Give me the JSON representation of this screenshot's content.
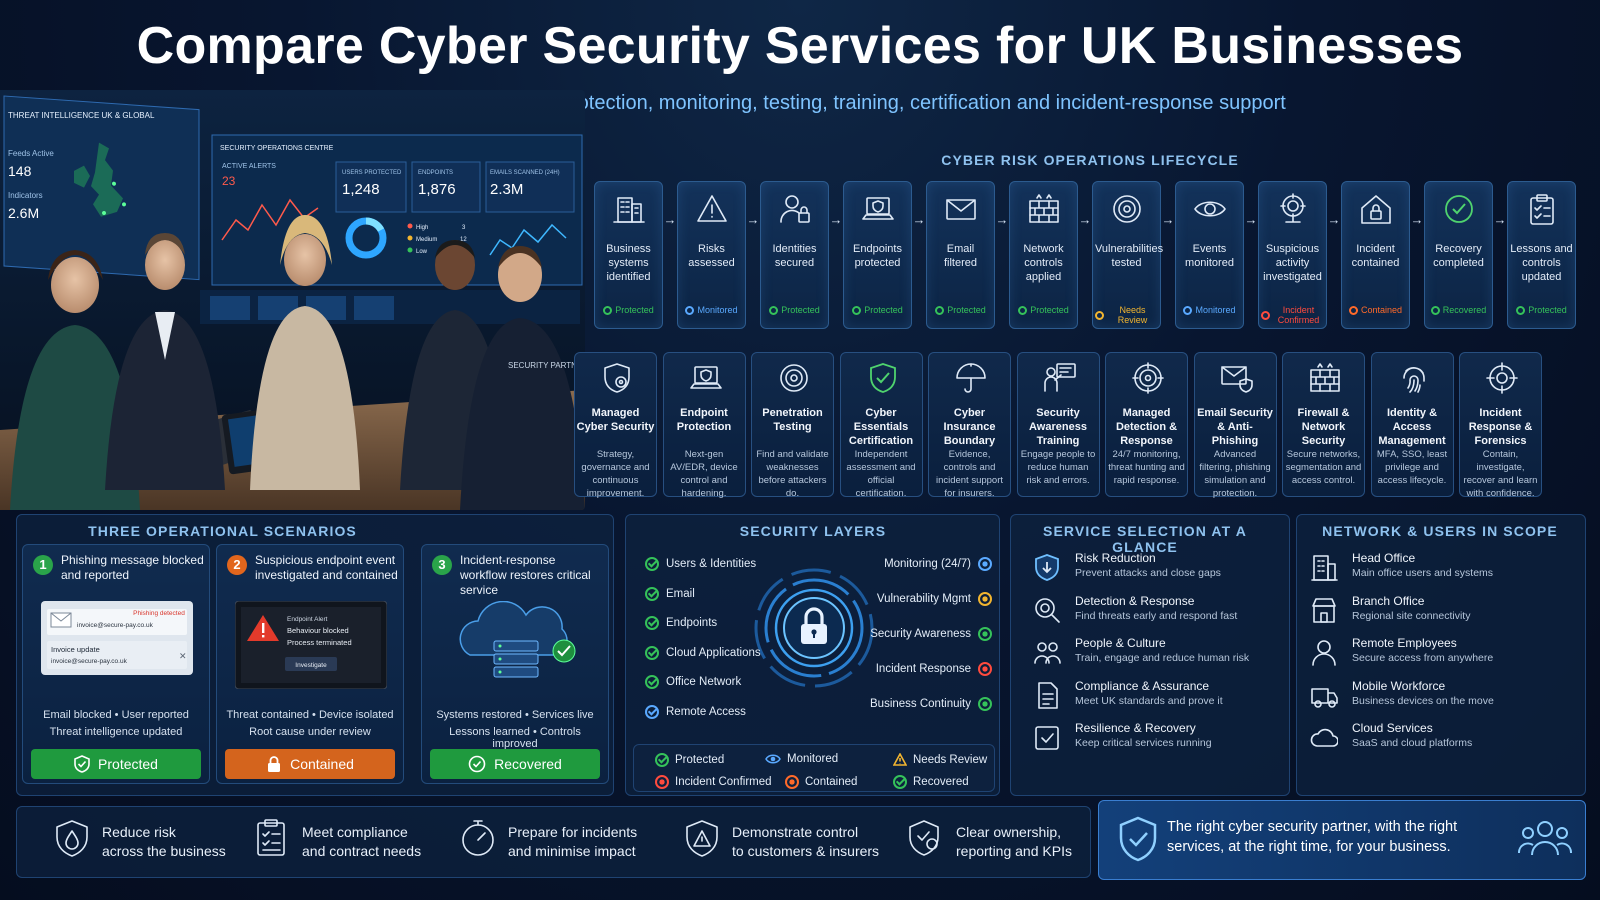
{
  "header": {
    "title": "Compare Cyber Security Services for UK Businesses",
    "subtitle": "A structured way to choose protection, monitoring, testing, training, certification and incident-response support"
  },
  "scene": {
    "threat_panel_title": "THREAT INTELLIGENCE UK & GLOBAL",
    "feeds_label": "Feeds Active",
    "feeds_value": "148",
    "indicators_label": "Indicators",
    "indicators_value": "2.6M",
    "soc_title": "SECURITY OPERATIONS CENTRE",
    "alerts_label": "ACTIVE ALERTS",
    "alerts_value": "23",
    "users_label": "USERS PROTECTED",
    "users_value": "1,248",
    "endpoints_label": "ENDPOINTS",
    "endpoints_value": "1,876",
    "emails_label": "EMAILS SCANNED (24H)",
    "emails_value": "2.3M",
    "sev_high": "High",
    "sev_high_count": "3",
    "sev_medium": "Medium",
    "sev_medium_count": "12",
    "sev_low": "Low",
    "jacket_text": "SECURITY PARTNER"
  },
  "lifecycle": {
    "heading": "CYBER RISK OPERATIONS LIFECYCLE",
    "steps": [
      {
        "label": "Business systems identified",
        "status": "Protected",
        "icon": "building-icon"
      },
      {
        "label": "Risks assessed",
        "status": "Monitored",
        "icon": "warning-icon"
      },
      {
        "label": "Identities secured",
        "status": "Protected",
        "icon": "user-lock-icon"
      },
      {
        "label": "Endpoints protected",
        "status": "Protected",
        "icon": "laptop-shield-icon"
      },
      {
        "label": "Email filtered",
        "status": "Protected",
        "icon": "envelope-icon"
      },
      {
        "label": "Network controls applied",
        "status": "Protected",
        "icon": "firewall-icon"
      },
      {
        "label": "Vulnerabilities tested",
        "status": "Needs Review",
        "icon": "target-icon"
      },
      {
        "label": "Events monitored",
        "status": "Monitored",
        "icon": "eye-icon"
      },
      {
        "label": "Suspicious activity investigated",
        "status": "Incident Confirmed",
        "icon": "investigate-icon"
      },
      {
        "label": "Incident contained",
        "status": "Contained",
        "icon": "house-lock-icon"
      },
      {
        "label": "Recovery completed",
        "status": "Recovered",
        "icon": "check-circle-icon"
      },
      {
        "label": "Lessons and controls updated",
        "status": "Protected",
        "icon": "clipboard-icon"
      }
    ]
  },
  "services": [
    {
      "name": "Managed Cyber Security",
      "desc": "Strategy, governance and continuous improvement.",
      "icon": "shield-gear-icon"
    },
    {
      "name": "Endpoint Protection",
      "desc": "Next-gen AV/EDR, device control and hardening.",
      "icon": "laptop-shield-icon"
    },
    {
      "name": "Penetration Testing",
      "desc": "Find and validate weaknesses before attackers do.",
      "icon": "target-icon"
    },
    {
      "name": "Cyber Essentials Certification",
      "desc": "Independent assessment and official certification.",
      "icon": "shield-check-icon"
    },
    {
      "name": "Cyber Insurance Boundary",
      "desc": "Evidence, controls and incident support for insurers.",
      "icon": "umbrella-icon"
    },
    {
      "name": "Security Awareness Training",
      "desc": "Engage people to reduce human risk and errors.",
      "icon": "presenter-icon"
    },
    {
      "name": "Managed Detection & Response",
      "desc": "24/7 monitoring, threat hunting and rapid response.",
      "icon": "radar-icon"
    },
    {
      "name": "Email Security & Anti-Phishing",
      "desc": "Advanced filtering, phishing simulation and protection.",
      "icon": "email-shield-icon"
    },
    {
      "name": "Firewall & Network Security",
      "desc": "Secure networks, segmentation and access control.",
      "icon": "firewall-icon"
    },
    {
      "name": "Identity & Access Management",
      "desc": "MFA, SSO, least privilege and access lifecycle.",
      "icon": "fingerprint-icon"
    },
    {
      "name": "Incident Response & Forensics",
      "desc": "Contain, investigate, recover and learn with confidence.",
      "icon": "crosshair-icon"
    }
  ],
  "scenarios": {
    "heading": "THREE OPERATIONAL SCENARIOS",
    "items": [
      {
        "num": "1",
        "title": "Phishing message blocked and reported",
        "line1": "Email blocked • User reported",
        "line2": "Threat intelligence updated",
        "badge": "Protected",
        "mock_tag": "Phishing detected",
        "mock_from": "invoice@secure-pay.co.uk",
        "mock_subject": "Invoice update",
        "mock_address": "invoice@secure-pay.co.uk"
      },
      {
        "num": "2",
        "title": "Suspicious endpoint event investigated and contained",
        "line1": "Threat contained • Device isolated",
        "line2": "Root cause under review",
        "badge": "Contained",
        "mock_title": "Endpoint Alert",
        "mock_line1": "Behaviour blocked",
        "mock_line2": "Process terminated",
        "mock_button": "Investigate"
      },
      {
        "num": "3",
        "title": "Incident-response workflow restores critical service",
        "line1": "Systems restored • Services live",
        "line2": "Lessons learned • Controls improved",
        "badge": "Recovered"
      }
    ]
  },
  "layers": {
    "heading": "SECURITY LAYERS",
    "left": [
      "Users & Identities",
      "Email",
      "Endpoints",
      "Cloud Applications",
      "Office Network",
      "Remote Access"
    ],
    "right": [
      "Monitoring (24/7)",
      "Vulnerability Mgmt",
      "Security Awareness",
      "Incident Response",
      "Business Continuity"
    ]
  },
  "legend": [
    "Protected",
    "Monitored",
    "Needs Review",
    "Incident Confirmed",
    "Contained",
    "Recovered"
  ],
  "selection": {
    "heading": "SERVICE SELECTION AT A GLANCE",
    "items": [
      {
        "title": "Risk Reduction",
        "desc": "Prevent attacks and close gaps",
        "icon": "shield-down-icon"
      },
      {
        "title": "Detection & Response",
        "desc": "Find threats early and respond fast",
        "icon": "search-target-icon"
      },
      {
        "title": "People & Culture",
        "desc": "Train, engage and reduce human risk",
        "icon": "people-icon"
      },
      {
        "title": "Compliance & Assurance",
        "desc": "Meet UK standards and prove it",
        "icon": "document-icon"
      },
      {
        "title": "Resilience & Recovery",
        "desc": "Keep critical services running",
        "icon": "recovery-icon"
      }
    ]
  },
  "network": {
    "heading": "NETWORK & USERS IN SCOPE",
    "items": [
      {
        "title": "Head Office",
        "desc": "Main office users and systems",
        "icon": "office-icon"
      },
      {
        "title": "Branch Office",
        "desc": "Regional site connectivity",
        "icon": "store-icon"
      },
      {
        "title": "Remote Employees",
        "desc": "Secure access from anywhere",
        "icon": "person-icon"
      },
      {
        "title": "Mobile Workforce",
        "desc": "Business devices on the move",
        "icon": "van-icon"
      },
      {
        "title": "Cloud Services",
        "desc": "SaaS and cloud platforms",
        "icon": "cloud-icon"
      }
    ]
  },
  "benefits": [
    {
      "line1": "Reduce risk",
      "line2": "across the business",
      "icon": "risk-drop-icon"
    },
    {
      "line1": "Meet compliance",
      "line2": "and contract needs",
      "icon": "checklist-icon"
    },
    {
      "line1": "Prepare for incidents",
      "line2": "and minimise impact",
      "icon": "stopwatch-icon"
    },
    {
      "line1": "Demonstrate control",
      "line2": "to customers & insurers",
      "icon": "shield-warning-icon"
    },
    {
      "line1": "Clear ownership,",
      "line2": "reporting and KPIs",
      "icon": "shield-person-icon"
    }
  ],
  "tagline": {
    "line1": "The right cyber security partner, with the right",
    "line2": "services, at the right time, for your business."
  },
  "colors": {
    "Protected": "#35c25a",
    "Monitored": "#5aa9ff",
    "Needs Review": "#f2b530",
    "Incident Confirmed": "#ff4b3e",
    "Contained": "#ff6a2a",
    "Recovered": "#35c25a",
    "accent": "#7fc4ff"
  }
}
